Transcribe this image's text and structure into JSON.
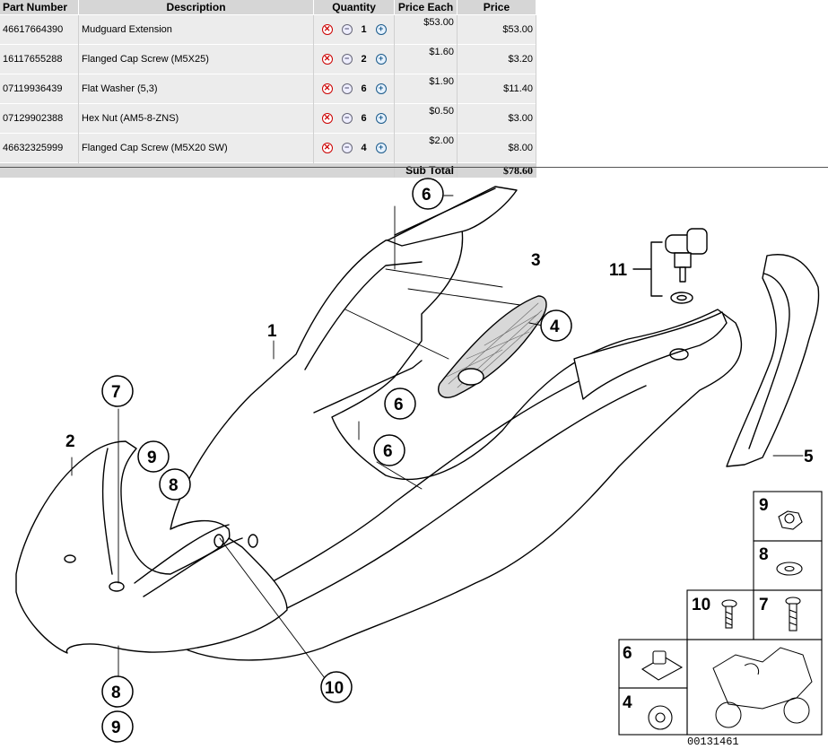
{
  "table": {
    "headers": {
      "part_number": "Part Number",
      "description": "Description",
      "quantity": "Quantity",
      "price_each": "Price Each",
      "price": "Price"
    },
    "rows": [
      {
        "part_number": "46617664390",
        "description": "Mudguard Extension",
        "quantity": "1",
        "price_each": "$53.00",
        "price": "$53.00"
      },
      {
        "part_number": "16117655288",
        "description": "Flanged Cap Screw  (M5X25)",
        "quantity": "2",
        "price_each": "$1.60",
        "price": "$3.20"
      },
      {
        "part_number": "07119936439",
        "description": "Flat Washer  (5,3)",
        "quantity": "6",
        "price_each": "$1.90",
        "price": "$11.40"
      },
      {
        "part_number": "07129902388",
        "description": "Hex Nut  (AM5-8-ZNS)",
        "quantity": "6",
        "price_each": "$0.50",
        "price": "$3.00"
      },
      {
        "part_number": "46632325999",
        "description": "Flanged Cap Screw  (M5X20 SW)",
        "quantity": "4",
        "price_each": "$2.00",
        "price": "$8.00"
      }
    ],
    "subtotal_label": "Sub Total",
    "subtotal_value": "$78.60"
  },
  "diagram": {
    "callouts": {
      "c1": "1",
      "c2": "2",
      "c3": "3",
      "c4": "4",
      "c5": "5",
      "c6a": "6",
      "c6b": "6",
      "c6c": "6",
      "c7": "7",
      "c8a": "8",
      "c8b": "8",
      "c9a": "9",
      "c9b": "9",
      "c10": "10",
      "c11": "11"
    },
    "legend": {
      "n9": "9",
      "n8": "8",
      "n10": "10",
      "n7": "7",
      "n6": "6",
      "n4": "4"
    },
    "diagram_id": "00131461"
  }
}
